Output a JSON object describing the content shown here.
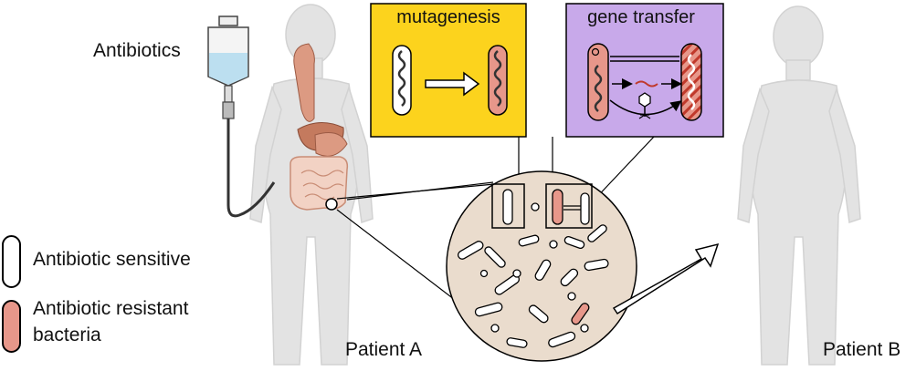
{
  "labels": {
    "antibiotics": "Antibiotics",
    "mutagenesis": "mutagenesis",
    "gene_transfer": "gene transfer",
    "legend_sensitive": "Antibiotic sensitive",
    "legend_resistant_line1": "Antibiotic resistant",
    "legend_resistant_line2": "bacteria",
    "patient_a": "Patient A",
    "patient_b": "Patient B"
  },
  "colors": {
    "body": "#e3e3e3",
    "body_stroke": "#cfcfcf",
    "mutagenesis_bg": "#fcd31d",
    "gene_transfer_bg": "#c8a9ea",
    "bacteria_resistant": "#e7978a",
    "gut_field": "#eadccd",
    "organs": "#dc9a82",
    "iv_fluid": "#bcdff0"
  },
  "icons": [
    "iv-bag-icon",
    "bacteriophage-icon",
    "human-silhouette-icon"
  ]
}
